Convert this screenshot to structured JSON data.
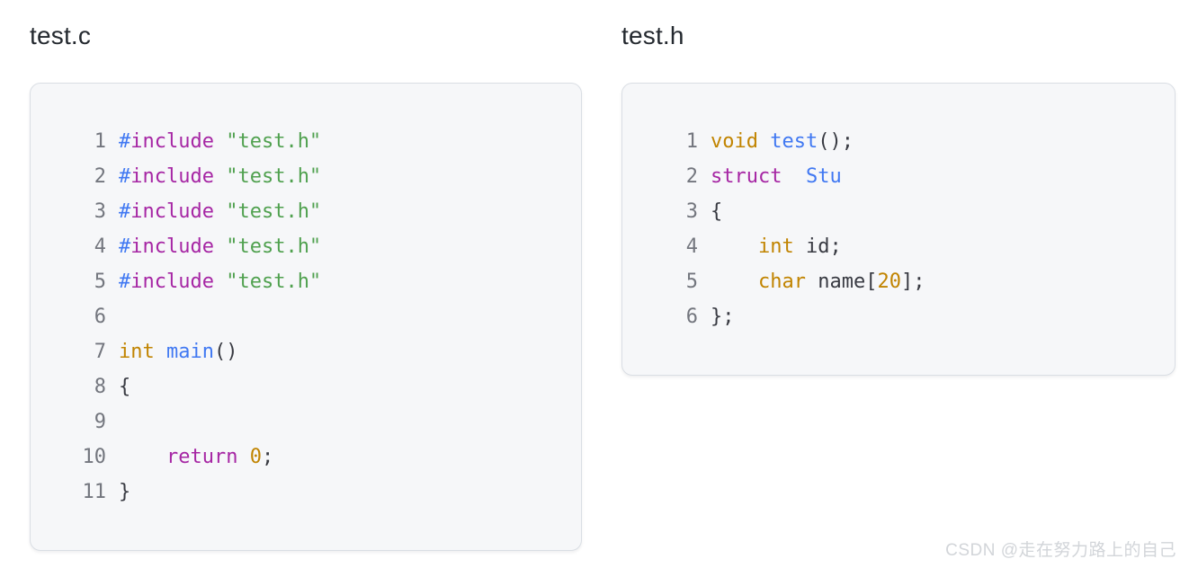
{
  "colors": {
    "keyword": "#a626a4",
    "type": "#c18401",
    "func": "#4078f2",
    "hash": "#4078f2",
    "string": "#50a14f",
    "number": "#c18401",
    "plain": "#383a42",
    "line_number": "#73767e",
    "panel_background": "#f6f7f9",
    "panel_border": "#dadee4",
    "title_text": "#24292f",
    "watermark_text": "#d2d5d9"
  },
  "watermark": {
    "text": "CSDN @走在努力路上的自己"
  },
  "panels": [
    {
      "title": "test.c",
      "lines": [
        {
          "num": "1",
          "tokens": [
            [
              "#",
              "hash"
            ],
            [
              "include",
              "keyword"
            ],
            [
              " ",
              "plain"
            ],
            [
              "\"test.h\"",
              "string"
            ]
          ]
        },
        {
          "num": "2",
          "tokens": [
            [
              "#",
              "hash"
            ],
            [
              "include",
              "keyword"
            ],
            [
              " ",
              "plain"
            ],
            [
              "\"test.h\"",
              "string"
            ]
          ]
        },
        {
          "num": "3",
          "tokens": [
            [
              "#",
              "hash"
            ],
            [
              "include",
              "keyword"
            ],
            [
              " ",
              "plain"
            ],
            [
              "\"test.h\"",
              "string"
            ]
          ]
        },
        {
          "num": "4",
          "tokens": [
            [
              "#",
              "hash"
            ],
            [
              "include",
              "keyword"
            ],
            [
              " ",
              "plain"
            ],
            [
              "\"test.h\"",
              "string"
            ]
          ]
        },
        {
          "num": "5",
          "tokens": [
            [
              "#",
              "hash"
            ],
            [
              "include",
              "keyword"
            ],
            [
              " ",
              "plain"
            ],
            [
              "\"test.h\"",
              "string"
            ]
          ]
        },
        {
          "num": "6",
          "tokens": []
        },
        {
          "num": "7",
          "tokens": [
            [
              "int",
              "type"
            ],
            [
              " ",
              "plain"
            ],
            [
              "main",
              "func"
            ],
            [
              "()",
              "plain"
            ]
          ]
        },
        {
          "num": "8",
          "tokens": [
            [
              "{",
              "plain"
            ]
          ]
        },
        {
          "num": "9",
          "tokens": []
        },
        {
          "num": "10",
          "tokens": [
            [
              "    ",
              "plain"
            ],
            [
              "return",
              "keyword"
            ],
            [
              " ",
              "plain"
            ],
            [
              "0",
              "number"
            ],
            [
              ";",
              "plain"
            ]
          ]
        },
        {
          "num": "11",
          "tokens": [
            [
              "}",
              "plain"
            ]
          ]
        }
      ]
    },
    {
      "title": "test.h",
      "lines": [
        {
          "num": "1",
          "tokens": [
            [
              "void",
              "type"
            ],
            [
              " ",
              "plain"
            ],
            [
              "test",
              "func"
            ],
            [
              "();",
              "plain"
            ]
          ]
        },
        {
          "num": "2",
          "tokens": [
            [
              "struct",
              "keyword"
            ],
            [
              "  ",
              "plain"
            ],
            [
              "Stu",
              "func"
            ]
          ]
        },
        {
          "num": "3",
          "tokens": [
            [
              "{",
              "plain"
            ]
          ]
        },
        {
          "num": "4",
          "tokens": [
            [
              "    ",
              "plain"
            ],
            [
              "int",
              "type"
            ],
            [
              " ",
              "plain"
            ],
            [
              "id;",
              "plain"
            ]
          ]
        },
        {
          "num": "5",
          "tokens": [
            [
              "    ",
              "plain"
            ],
            [
              "char",
              "type"
            ],
            [
              " ",
              "plain"
            ],
            [
              "name[",
              "plain"
            ],
            [
              "20",
              "number"
            ],
            [
              "];",
              "plain"
            ]
          ]
        },
        {
          "num": "6",
          "tokens": [
            [
              "};",
              "plain"
            ]
          ]
        }
      ]
    }
  ]
}
